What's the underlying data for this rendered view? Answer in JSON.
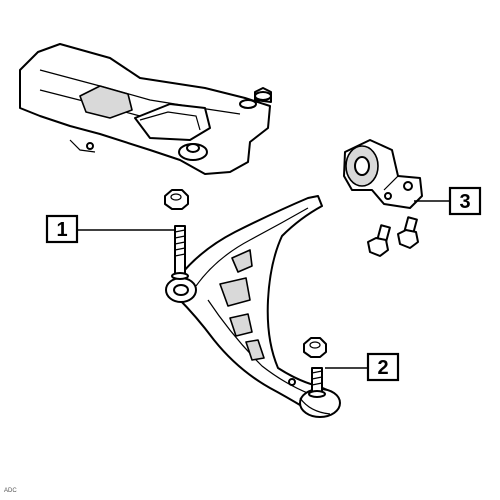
{
  "callouts": [
    {
      "id": "1",
      "label": "1"
    },
    {
      "id": "2",
      "label": "2"
    },
    {
      "id": "3",
      "label": "3"
    }
  ],
  "credit": "ADC",
  "colors": {
    "line": "#000000",
    "fill": "#ffffff",
    "shade": "#d9d9d9"
  }
}
